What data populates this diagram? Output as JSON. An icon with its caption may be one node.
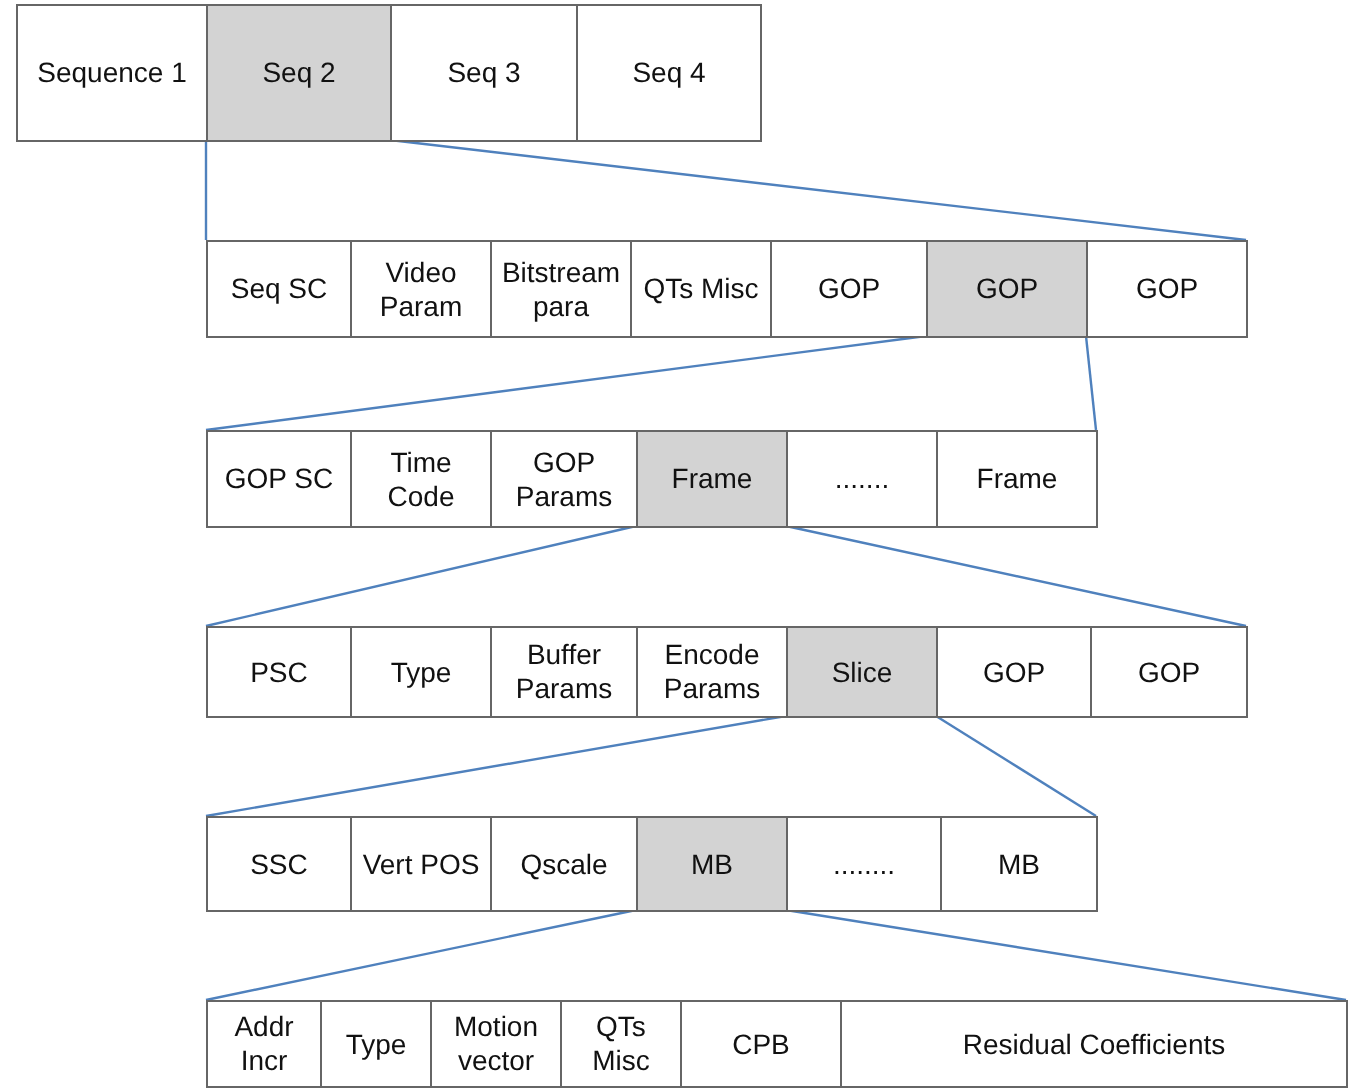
{
  "diagram": {
    "nodes": [
      {
        "text": [
          "Sequence 1"
        ]
      },
      {
        "text": [
          "Seq 2"
        ]
      },
      {
        "text": [
          "Seq 3"
        ]
      },
      {
        "text": [
          "Seq 4"
        ]
      },
      {
        "text": [
          "Seq SC"
        ]
      },
      {
        "text": [
          "Video Param"
        ]
      },
      {
        "text": [
          "Bitstream para"
        ]
      },
      {
        "text": [
          "QTs Misc"
        ]
      },
      {
        "text": [
          "GOP"
        ]
      },
      {
        "text": [
          "GOP"
        ]
      },
      {
        "text": [
          "GOP"
        ]
      },
      {
        "text": [
          "GOP SC"
        ]
      },
      {
        "text": [
          "Time Code"
        ]
      },
      {
        "text": [
          "GOP Params"
        ]
      },
      {
        "text": [
          "Frame"
        ]
      },
      {
        "text": [
          "......."
        ]
      },
      {
        "text": [
          "Frame"
        ]
      },
      {
        "text": [
          "PSC"
        ]
      },
      {
        "text": [
          "Type"
        ]
      },
      {
        "text": [
          "Buffer Params"
        ]
      },
      {
        "text": [
          "Encode Params"
        ]
      },
      {
        "text": [
          "Slice"
        ]
      },
      {
        "text": [
          "GOP"
        ]
      },
      {
        "text": [
          "GOP"
        ]
      },
      {
        "text": [
          "SSC"
        ]
      },
      {
        "text": [
          "Vert POS"
        ]
      },
      {
        "text": [
          "Qscale"
        ]
      },
      {
        "text": [
          "MB"
        ]
      },
      {
        "text": [
          "........"
        ]
      },
      {
        "text": [
          "MB"
        ]
      },
      {
        "text": [
          "Addr Incr"
        ]
      },
      {
        "text": [
          "Type"
        ]
      },
      {
        "text": [
          "Motion vector"
        ]
      },
      {
        "text": [
          "QTs Misc"
        ]
      },
      {
        "text": [
          "CPB"
        ]
      },
      {
        "text": [
          "Residual Coefficients"
        ]
      }
    ],
    "edges": [
      {
        "from": 1,
        "to": 4,
        "arrow": "none"
      },
      {
        "from": 1,
        "to": 10,
        "arrow": "none"
      },
      {
        "from": 9,
        "to": 11,
        "arrow": "none"
      },
      {
        "from": 9,
        "to": 16,
        "arrow": "none"
      },
      {
        "from": 14,
        "to": 17,
        "arrow": "none"
      },
      {
        "from": 14,
        "to": 23,
        "arrow": "none"
      },
      {
        "from": 21,
        "to": 24,
        "arrow": "none"
      },
      {
        "from": 21,
        "to": 29,
        "arrow": "none"
      },
      {
        "from": 27,
        "to": 30,
        "arrow": "none"
      },
      {
        "from": 27,
        "to": 35,
        "arrow": "none"
      }
    ]
  }
}
